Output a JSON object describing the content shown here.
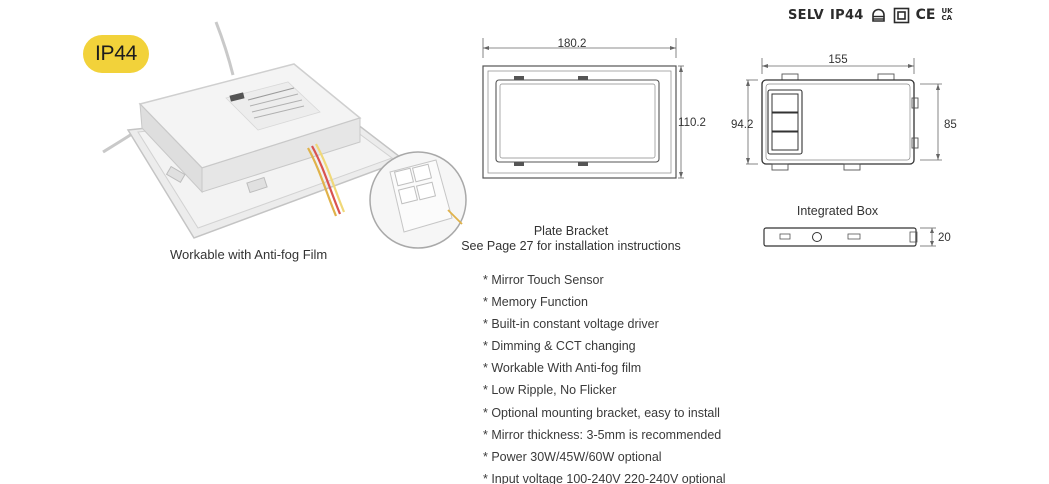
{
  "certifications": {
    "selv": "SELV",
    "ip": "IP44",
    "ce": "CE",
    "ukca_top": "UK",
    "ukca_bottom": "CA"
  },
  "badge": {
    "label": "IP44",
    "color": "#f2d23a"
  },
  "product": {
    "caption": "Workable with Anti-fog Film"
  },
  "plate_bracket": {
    "width_label": "180.2",
    "height_label": "110.2",
    "caption_title": "Plate Bracket",
    "caption_note": "See Page 27 for installation instructions"
  },
  "integrated_box": {
    "width_label": "155",
    "left_height_label": "94.2",
    "right_height_label": "85",
    "caption": "Integrated Box",
    "depth_label": "20"
  },
  "features": [
    "* Mirror Touch Sensor",
    "* Memory Function",
    "* Built-in constant voltage driver",
    "* Dimming & CCT changing",
    "* Workable With Anti-fog film",
    "* Low Ripple, No Flicker",
    "* Optional mounting bracket, easy to install",
    "* Mirror thickness: 3-5mm is recommended",
    "* Power 30W/45W/60W optional",
    "* Input voltage 100-240V 220-240V optional"
  ]
}
